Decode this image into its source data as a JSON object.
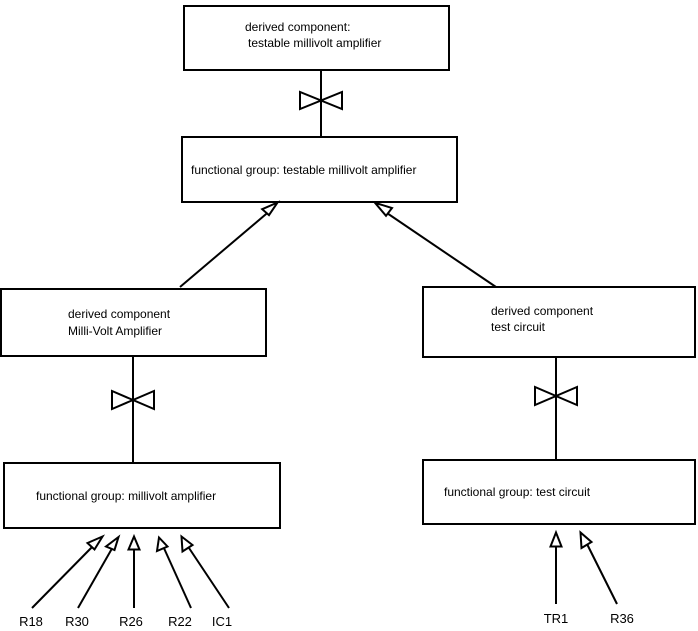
{
  "diagram": {
    "type": "component-decomposition-diagram",
    "title_node": "derived component: testable millivolt amplifier",
    "nodes": {
      "top_derived": {
        "line1": "derived component:",
        "line2": "testable millivolt amplifier"
      },
      "top_functional": {
        "line1": "functional group: testable millivolt amplifier"
      },
      "left_derived": {
        "line1": "derived component",
        "line2": "Milli-Volt Amplifier"
      },
      "right_derived": {
        "line1": "derived component",
        "line2": "test circuit"
      },
      "left_functional": {
        "line1": "functional group: millivolt amplifier"
      },
      "right_functional": {
        "line1": "functional group: test circuit"
      }
    },
    "leaf_labels_left": [
      {
        "label": "R18"
      },
      {
        "label": "R30"
      },
      {
        "label": "R26"
      },
      {
        "label": "R22"
      },
      {
        "label": "IC1"
      }
    ],
    "leaf_labels_right": [
      {
        "label": "TR1"
      },
      {
        "label": "R36"
      }
    ],
    "connector_icons": [
      {
        "name": "bowtie-realization-icon-top"
      },
      {
        "name": "bowtie-realization-icon-left"
      },
      {
        "name": "bowtie-realization-icon-right"
      }
    ],
    "colors": {
      "stroke": "#000000",
      "fill": "#ffffff",
      "text": "#000000"
    }
  }
}
